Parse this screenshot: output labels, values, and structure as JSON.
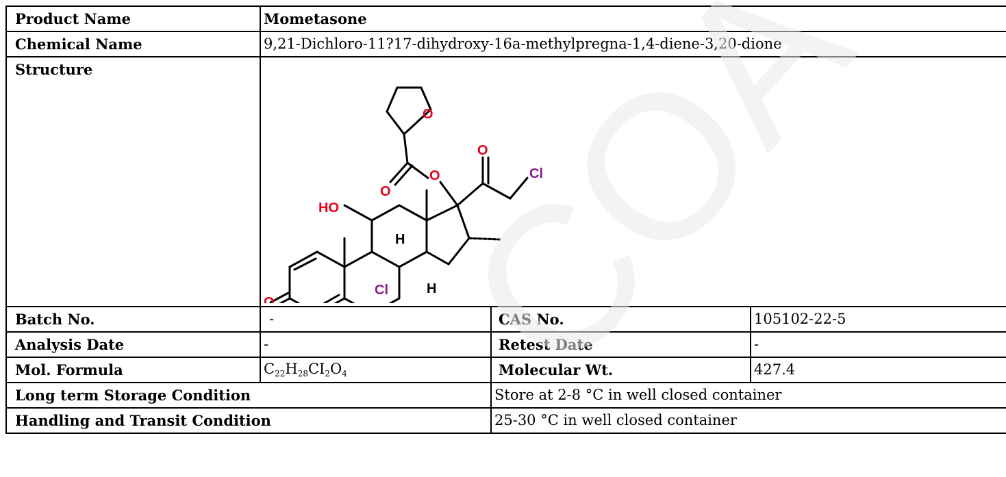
{
  "product": {
    "label": "Product Name",
    "value": "Mometasone"
  },
  "chemical": {
    "label": "Chemical Name",
    "value": "9,21-Dichloro-11?17-dihydroxy-16a-methylpregna-1,4-diene-3,20-dione"
  },
  "structure": {
    "label": "Structure",
    "atoms": {
      "O_furan": "O",
      "O_ester_carbonyl": "O",
      "O_ester": "O",
      "O_ketone": "O",
      "Cl_side": "Cl",
      "HO": "HO",
      "H_8": "H",
      "H_14": "H",
      "Cl_9": "Cl",
      "O_3": "O"
    },
    "colors": {
      "oxygen": "#e8001c",
      "chlorine": "#8b1a89",
      "bond": "#000000"
    }
  },
  "batch": {
    "label": "Batch No.",
    "value": "-"
  },
  "cas": {
    "label": "CAS No.",
    "value": "105102-22-5"
  },
  "analysis_date": {
    "label": "Analysis Date",
    "value": "-"
  },
  "retest_date": {
    "label": "Retest Date",
    "value": "-"
  },
  "mol_formula": {
    "label": "Mol. Formula",
    "parts": [
      {
        "sym": "C",
        "sub": "22"
      },
      {
        "sym": "H",
        "sub": "28"
      },
      {
        "sym": "CI",
        "sub": "2"
      },
      {
        "sym": "O",
        "sub": "4"
      }
    ]
  },
  "mol_weight": {
    "label": "Molecular Wt.",
    "value": "427.4"
  },
  "storage": {
    "label": "Long term Storage Condition",
    "value": "Store at 2-8 °C in well closed container"
  },
  "transit": {
    "label": "Handling and Transit Condition",
    "value": "25-30 °C in well closed container"
  },
  "watermark": {
    "text": "COA",
    "color": "#e9e9e9"
  }
}
